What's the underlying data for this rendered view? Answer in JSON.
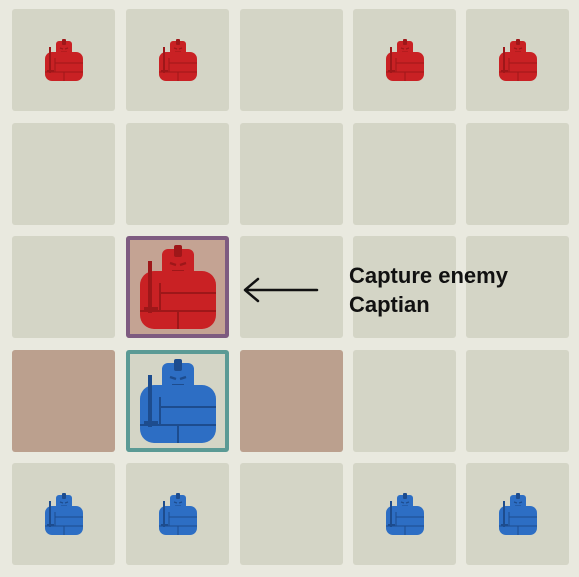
{
  "colors": {
    "background": "#e9e9df",
    "square": "#d4d5c6",
    "move_target": "#bba08e",
    "selected_border": "#5b9a95",
    "capture_target_bg": "#c4a393",
    "capture_target_border": "#7e5b80",
    "red_piece": "#c92124",
    "red_piece_dark": "#9e1719",
    "blue_piece": "#2d6ec4",
    "blue_piece_dark": "#1d4c8e"
  },
  "board": {
    "rows": 5,
    "cols": 5,
    "cells": [
      [
        {
          "piece": "red-soldier",
          "state": "normal"
        },
        {
          "piece": "red-soldier",
          "state": "normal"
        },
        {
          "piece": null,
          "state": "normal"
        },
        {
          "piece": "red-soldier",
          "state": "normal"
        },
        {
          "piece": "red-soldier",
          "state": "normal"
        }
      ],
      [
        {
          "piece": null,
          "state": "normal"
        },
        {
          "piece": null,
          "state": "normal"
        },
        {
          "piece": null,
          "state": "normal"
        },
        {
          "piece": null,
          "state": "normal"
        },
        {
          "piece": null,
          "state": "normal"
        }
      ],
      [
        {
          "piece": null,
          "state": "normal"
        },
        {
          "piece": "red-captain",
          "state": "capture-target"
        },
        {
          "piece": null,
          "state": "normal"
        },
        {
          "piece": null,
          "state": "normal"
        },
        {
          "piece": null,
          "state": "normal"
        }
      ],
      [
        {
          "piece": null,
          "state": "move-target"
        },
        {
          "piece": "blue-captain",
          "state": "selected"
        },
        {
          "piece": null,
          "state": "move-target"
        },
        {
          "piece": null,
          "state": "normal"
        },
        {
          "piece": null,
          "state": "normal"
        }
      ],
      [
        {
          "piece": "blue-soldier",
          "state": "normal"
        },
        {
          "piece": "blue-soldier",
          "state": "normal"
        },
        {
          "piece": null,
          "state": "normal"
        },
        {
          "piece": "blue-soldier",
          "state": "normal"
        },
        {
          "piece": "blue-soldier",
          "state": "normal"
        }
      ]
    ]
  },
  "annotation": {
    "line1": "Capture enemy",
    "line2": "Captian",
    "arrow_icon": "left-arrow-icon"
  }
}
